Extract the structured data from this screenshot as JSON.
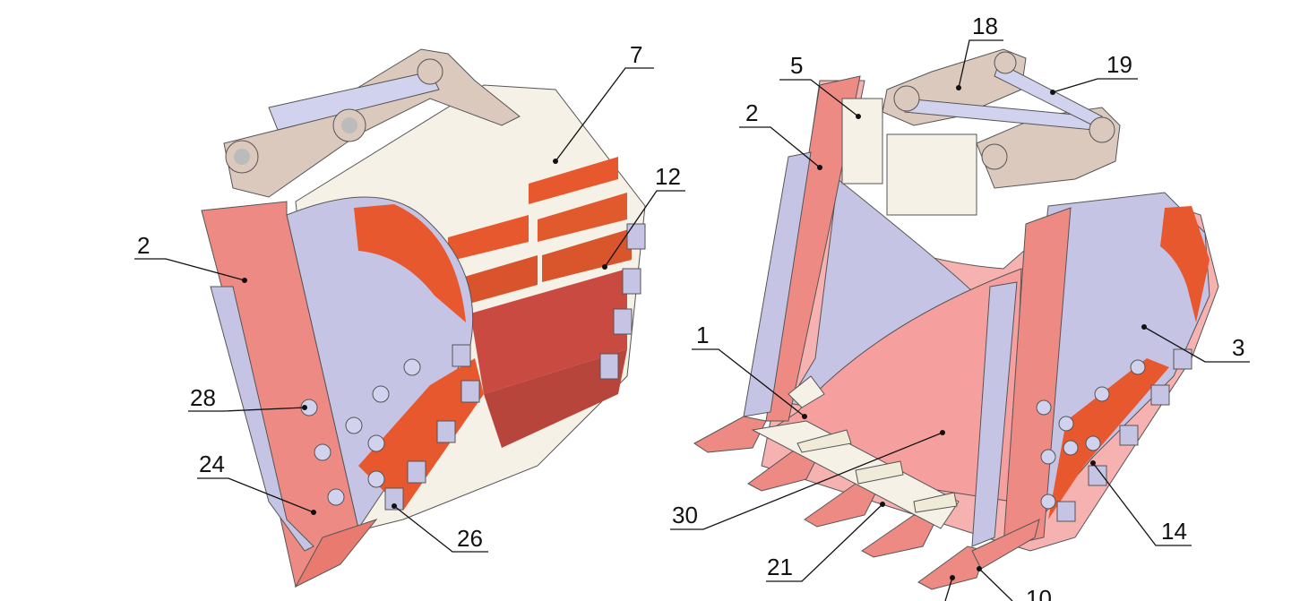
{
  "diagram": {
    "title": "Excavator bucket assembly — two views",
    "left_view_labels": [
      "7",
      "12",
      "2",
      "28",
      "24",
      "26"
    ],
    "right_view_labels": [
      "18",
      "19",
      "5",
      "2",
      "1",
      "3",
      "30",
      "21",
      "14",
      "10"
    ],
    "colors": {
      "red_plate": "#ee8a84",
      "orange_wear": "#e8582e",
      "side_plate": "#c6c4e4",
      "body_cream": "#f6f1e6",
      "bracket": "#dcc9bd"
    }
  }
}
